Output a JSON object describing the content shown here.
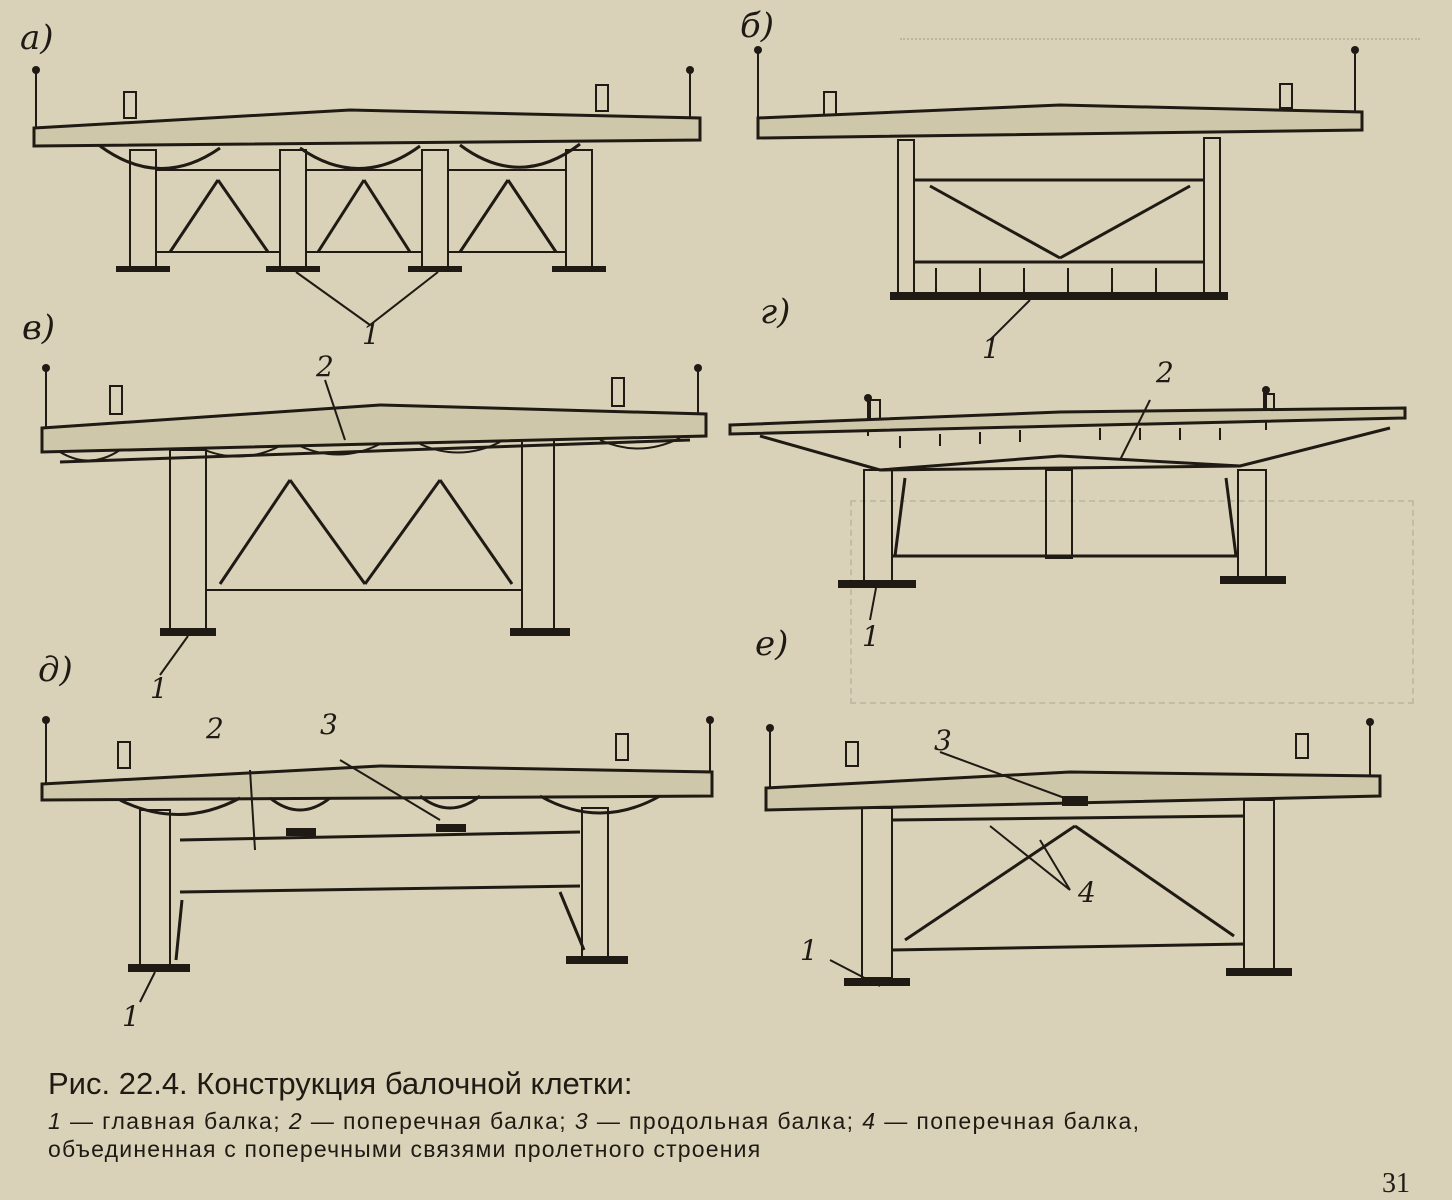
{
  "figure": {
    "panel_labels": [
      "а)",
      "б)",
      "в)",
      "г)",
      "д)",
      "е)"
    ],
    "callouts": {
      "a": [
        "1"
      ],
      "b": [
        "1"
      ],
      "v": [
        "2",
        "1"
      ],
      "g": [
        "2",
        "1"
      ],
      "d": [
        "2",
        "3",
        "1"
      ],
      "e": [
        "3",
        "4",
        "1"
      ]
    }
  },
  "caption": {
    "title": "Рис. 22.4. Конструкция балочной клетки:",
    "legend": [
      {
        "num": "1",
        "text": " — главная балка; "
      },
      {
        "num": "2",
        "text": " — поперечная  балка; "
      },
      {
        "num": "3",
        "text": " — продольная  балка; "
      },
      {
        "num": "4",
        "text": " — поперечная балка,"
      }
    ],
    "line2": "объединенная с поперечными связями пролетного строения"
  },
  "page_number": "31"
}
